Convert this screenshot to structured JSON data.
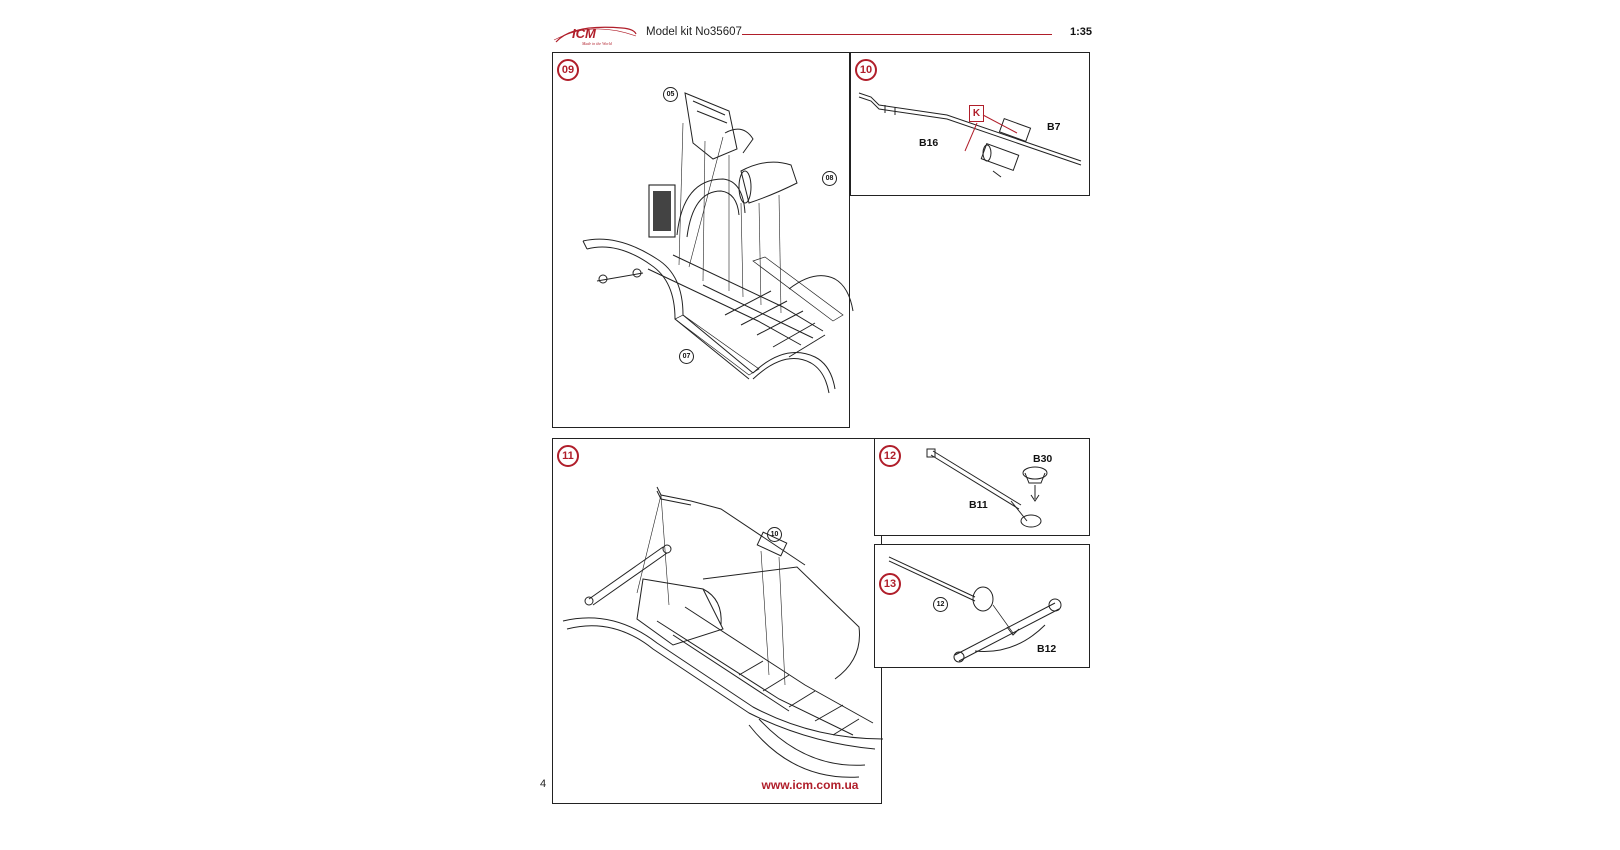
{
  "header": {
    "logo_text": "ICM",
    "logo_tagline": "Made in the World",
    "kit_label": "Model kit No35607",
    "scale": "1:35"
  },
  "steps": {
    "s09": {
      "number": "09",
      "refs": [
        "05",
        "08",
        "07"
      ]
    },
    "s10": {
      "number": "10",
      "parts": {
        "k": "K",
        "b7": "B7",
        "b16": "B16"
      }
    },
    "s11": {
      "number": "11",
      "refs": [
        "10"
      ]
    },
    "s12": {
      "number": "12",
      "parts": {
        "b30": "B30",
        "b11": "B11"
      }
    },
    "s13": {
      "number": "13",
      "refs": [
        "12"
      ],
      "parts": {
        "b12": "B12"
      }
    }
  },
  "footer": {
    "page_number": "4",
    "website": "www.icm.com.ua"
  },
  "colors": {
    "accent": "#b01e2a",
    "line": "#222222"
  }
}
